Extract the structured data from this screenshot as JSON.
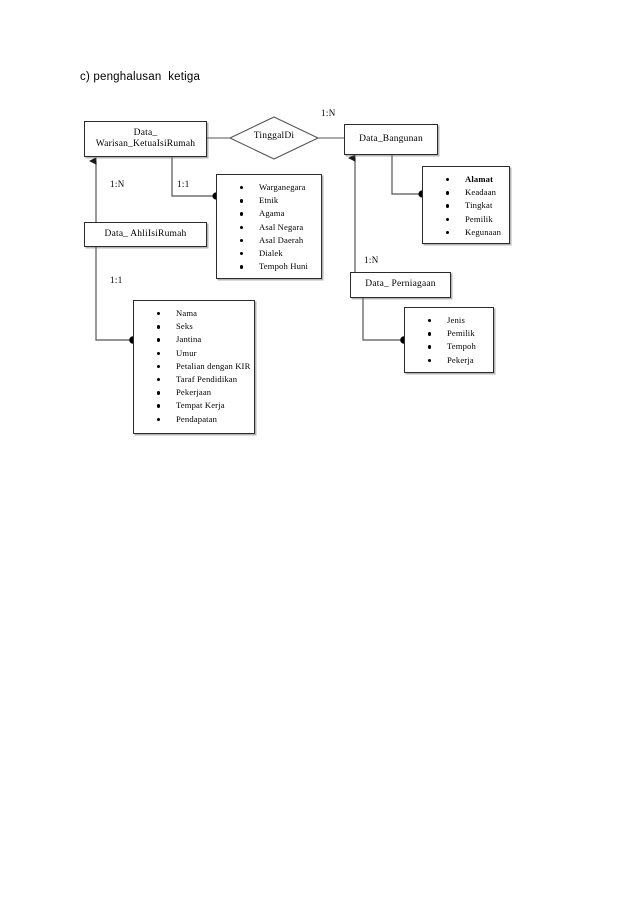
{
  "page": {
    "caption": "c) penghalusan  ketiga",
    "background_color": "#ffffff",
    "stroke_color": "#2b2b2b",
    "text_color": "#000000"
  },
  "diagram": {
    "type": "entity-relationship-diagram",
    "entities": [
      {
        "id": "warisan",
        "label": "Data_\nWarisan_KetuaIsiRumah"
      },
      {
        "id": "bangunan",
        "label": "Data_Bangunan"
      },
      {
        "id": "ahli",
        "label": "Data_ AhliIsiRumah"
      },
      {
        "id": "perniagaan",
        "label": "Data_ Perniagaan"
      }
    ],
    "relationships": [
      {
        "id": "tinggaldi",
        "label": "TinggalDi",
        "from": "warisan",
        "to": "bangunan"
      }
    ],
    "attribute_groups": [
      {
        "id": "attrs-warisan",
        "owner": "warisan",
        "attributes": [
          {
            "name": "Warganegara",
            "bold": false
          },
          {
            "name": "Etnik",
            "bold": false
          },
          {
            "name": "Agama",
            "bold": false
          },
          {
            "name": "Asal Negara",
            "bold": false
          },
          {
            "name": "Asal Daerah",
            "bold": false
          },
          {
            "name": "Dialek",
            "bold": false
          },
          {
            "name": "Tempoh Huni",
            "bold": false
          }
        ]
      },
      {
        "id": "attrs-bangunan",
        "owner": "bangunan",
        "attributes": [
          {
            "name": "Alamat",
            "bold": true
          },
          {
            "name": "Keadaan",
            "bold": false
          },
          {
            "name": "Tingkat",
            "bold": false
          },
          {
            "name": "Pemilik",
            "bold": false
          },
          {
            "name": "Kegunaan",
            "bold": false
          }
        ]
      },
      {
        "id": "attrs-ahli",
        "owner": "ahli",
        "attributes": [
          {
            "name": "Nama",
            "bold": false
          },
          {
            "name": "Seks",
            "bold": false
          },
          {
            "name": "Jantina",
            "bold": false
          },
          {
            "name": "Umur",
            "bold": false
          },
          {
            "name": "Petalian dengan KIR",
            "bold": false
          },
          {
            "name": "Taraf Pendidikan",
            "bold": false
          },
          {
            "name": "Pekerjaan",
            "bold": false
          },
          {
            "name": "Tempat Kerja",
            "bold": false
          },
          {
            "name": "Pendapatan",
            "bold": false
          }
        ]
      },
      {
        "id": "attrs-perniagaan",
        "owner": "perniagaan",
        "attributes": [
          {
            "name": "Jenis",
            "bold": false
          },
          {
            "name": "Pemilik",
            "bold": false
          },
          {
            "name": "Tempoh",
            "bold": false
          },
          {
            "name": "Pekerja",
            "bold": false
          }
        ]
      }
    ],
    "cardinalities": [
      {
        "id": "card-tinggaldi",
        "value": "1:N"
      },
      {
        "id": "card-warisan-ahli",
        "value": "1:N"
      },
      {
        "id": "card-warisan-attrs",
        "value": "1:1"
      },
      {
        "id": "card-ahli-attrs",
        "value": "1:1"
      },
      {
        "id": "card-bangunan-perniagaan",
        "value": "1:N"
      }
    ]
  }
}
